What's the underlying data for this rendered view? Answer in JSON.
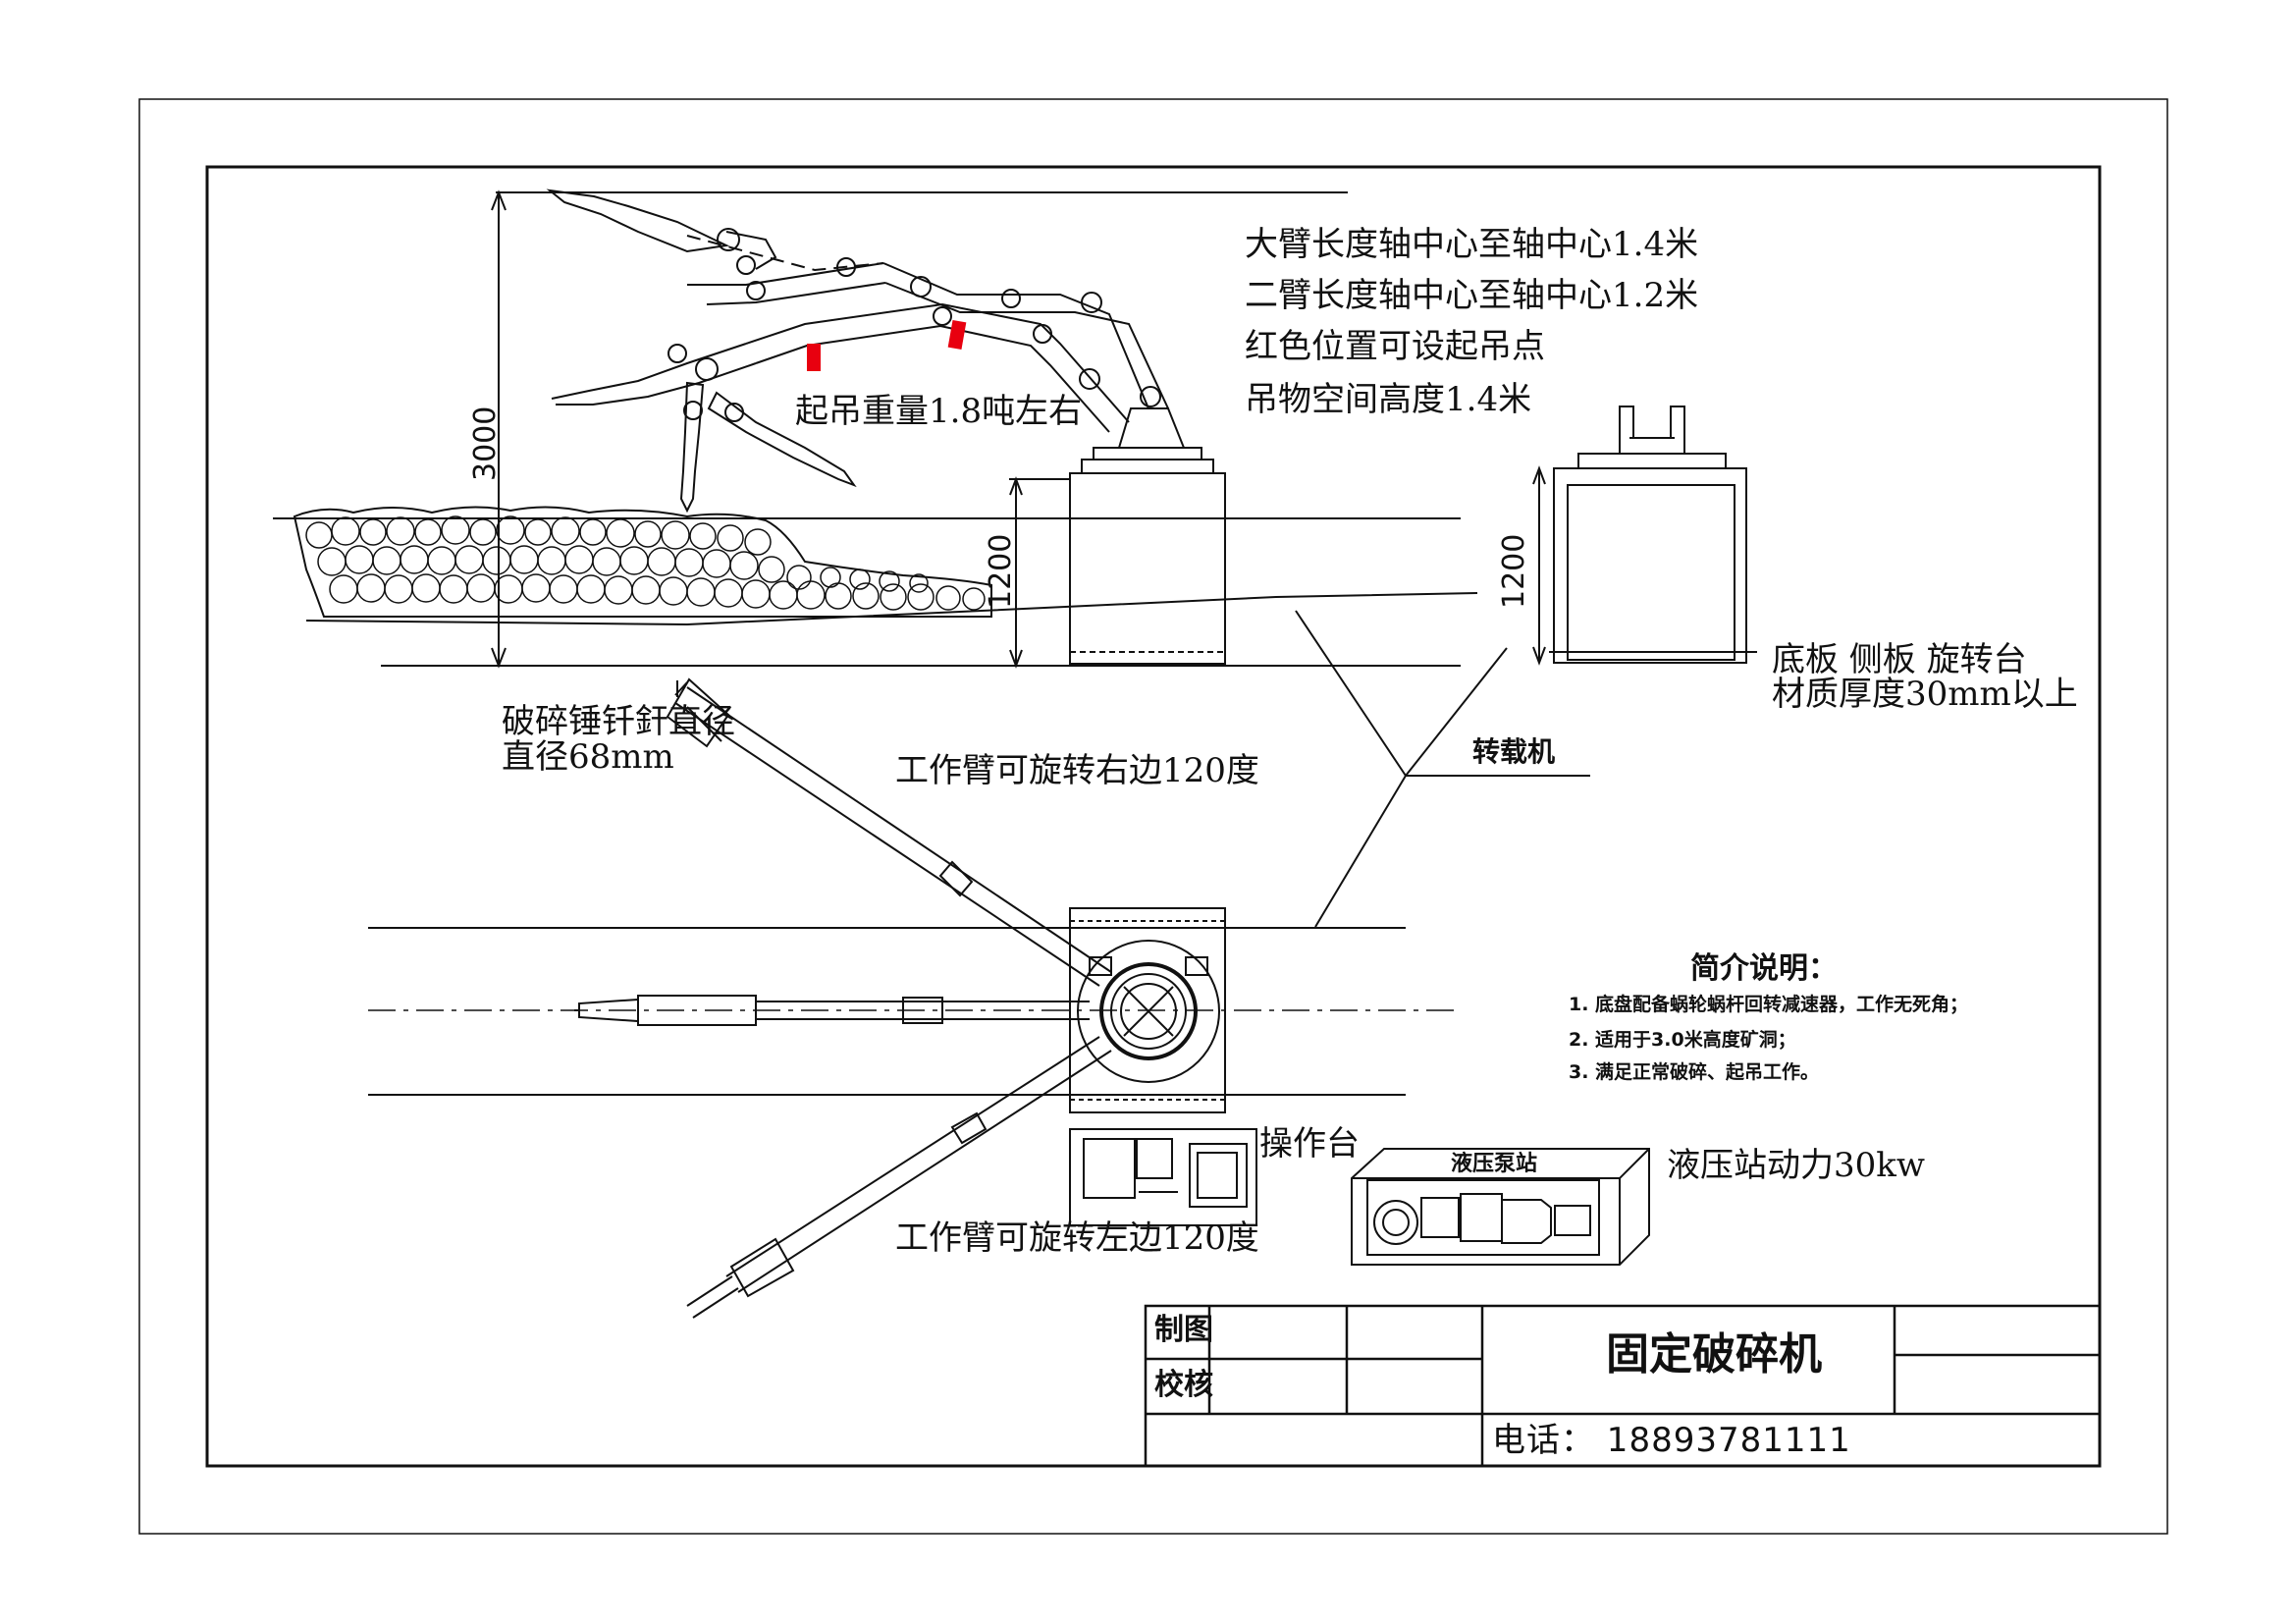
{
  "notes": {
    "boom1": "大臂长度轴中心至轴中心1.4米",
    "boom2": "二臂长度轴中心至轴中心1.2米",
    "hoist_points": "红色位置可设起吊点",
    "hoist_height": "吊物空间高度1.4米",
    "lift_weight": "起吊重量1.8吨左右",
    "plate_thickness_1": "底板 侧板 旋转台",
    "plate_thickness_2": "材质厚度30mm以上",
    "chisel_1": "破碎锤钎釬直径",
    "chisel_2": "直径68mm",
    "rotate_right": "工作臂可旋转右边120度",
    "rotate_left": "工作臂可旋转左边120度",
    "operator_console": "操作台",
    "hydraulic_power": "液压站动力30kw",
    "conveyor": "转载机",
    "pump_station": "液压泵站"
  },
  "dimensions": {
    "height_total": "3000",
    "pedestal_height": "1200",
    "side_height": "1200"
  },
  "intro": {
    "title": "简介说明：",
    "items": [
      "1. 底盘配备蜗轮蜗杆回转减速器，工作无死角；",
      "2. 适用于3.0米高度矿洞；",
      "3. 满足正常破碎、起吊工作。"
    ]
  },
  "title_block": {
    "drawn_label": "制图",
    "checked_label": "校核",
    "drawing_title": "固定破碎机",
    "phone": "电话：  18893781111"
  },
  "colors": {
    "line": "#111111",
    "hoist_marker": "#e8000f"
  }
}
